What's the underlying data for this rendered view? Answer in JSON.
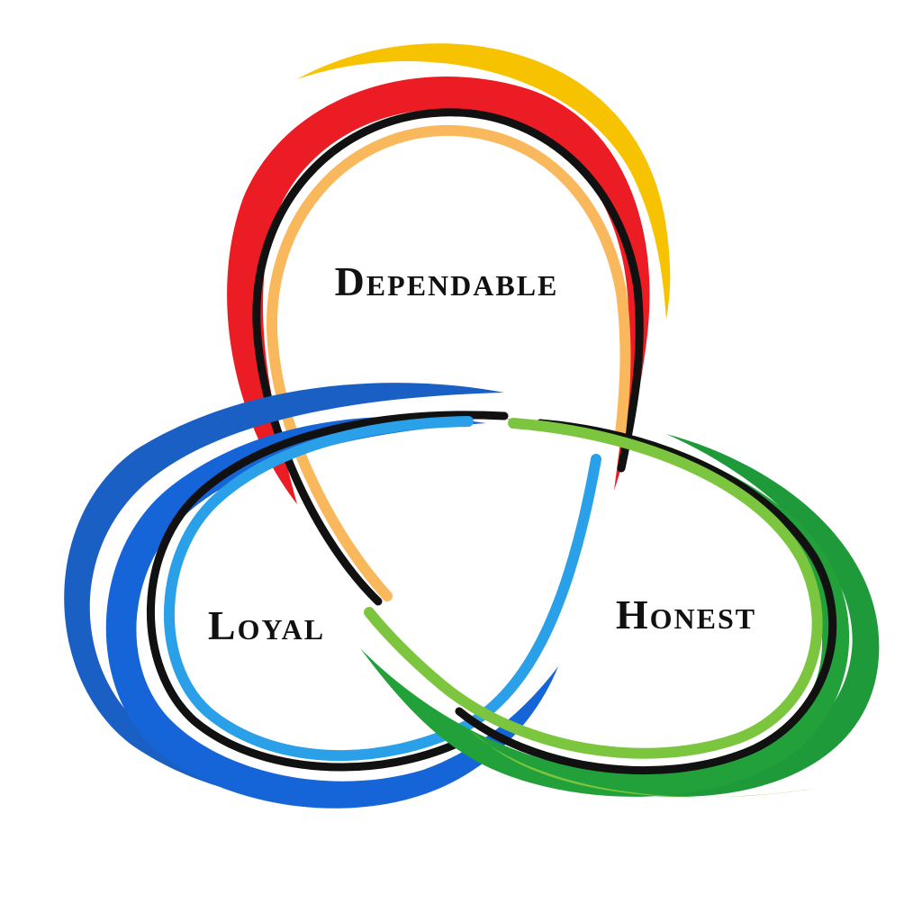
{
  "loops": [
    {
      "id": "top",
      "label": "Dependable",
      "colors": {
        "outer_swoosh": "#f7c200",
        "band": "#ec1c24",
        "stroke": "#111111",
        "inner": "#f9b85c"
      }
    },
    {
      "id": "left",
      "label": "Loyal",
      "colors": {
        "outer_swoosh": "#1a5fc4",
        "band": "#1565d8",
        "stroke": "#111111",
        "inner": "#2aa0e8"
      }
    },
    {
      "id": "right",
      "label": "Honest",
      "colors": {
        "outer_swoosh": "#1f9a3a",
        "band": "#22a03a",
        "stroke": "#111111",
        "inner": "#7cc63f"
      }
    }
  ]
}
